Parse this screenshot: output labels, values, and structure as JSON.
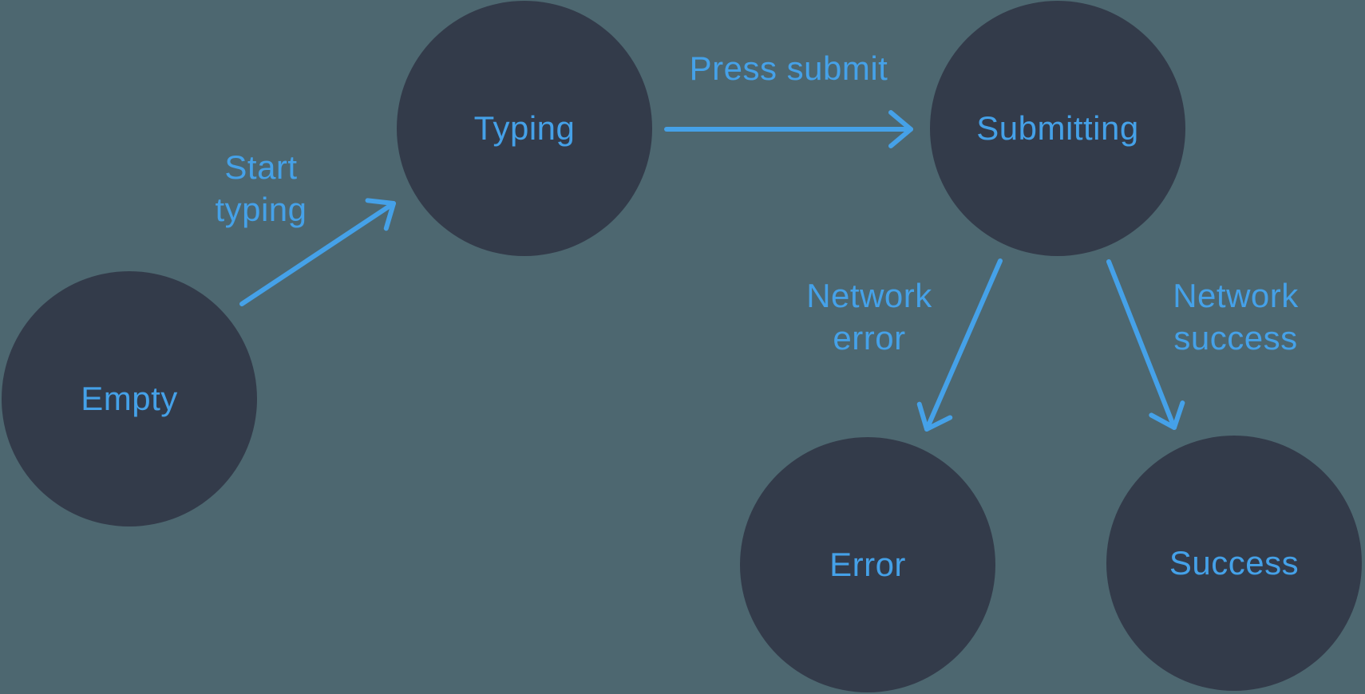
{
  "diagram": {
    "type": "state-machine",
    "nodes": [
      {
        "id": "empty",
        "label": "Empty"
      },
      {
        "id": "typing",
        "label": "Typing"
      },
      {
        "id": "submitting",
        "label": "Submitting"
      },
      {
        "id": "error",
        "label": "Error"
      },
      {
        "id": "success",
        "label": "Success"
      }
    ],
    "edges": [
      {
        "from": "empty",
        "to": "typing",
        "label_lines": [
          "Start",
          "typing"
        ]
      },
      {
        "from": "typing",
        "to": "submitting",
        "label_lines": [
          "Press submit"
        ]
      },
      {
        "from": "submitting",
        "to": "error",
        "label_lines": [
          "Network",
          "error"
        ]
      },
      {
        "from": "submitting",
        "to": "success",
        "label_lines": [
          "Network",
          "success"
        ]
      }
    ]
  },
  "colors": {
    "background": "#4D6770",
    "node_fill": "#333B4A",
    "accent": "#45A1E8"
  }
}
